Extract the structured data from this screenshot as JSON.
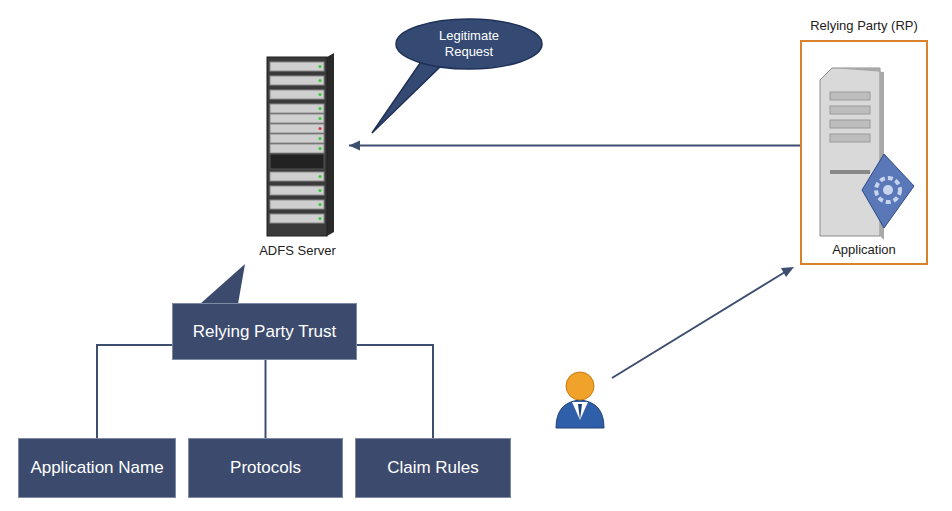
{
  "diagram": {
    "nodes": [
      {
        "text": [
          "ADFS Server"
        ]
      },
      {
        "text": [
          "Legitimate Request"
        ]
      },
      {
        "text": [
          "Relying Party (RP)",
          "Application"
        ]
      },
      {
        "text": [
          "Relying Party Trust"
        ]
      },
      {
        "text": [
          "Application Name"
        ]
      },
      {
        "text": [
          "Protocols"
        ]
      },
      {
        "text": [
          "Claim Rules"
        ]
      }
    ],
    "edges": [
      {
        "from": 2,
        "to": 0,
        "arrow": "to"
      },
      {
        "from": 3,
        "to": 4,
        "arrow": "none"
      },
      {
        "from": 3,
        "to": 5,
        "arrow": "none"
      },
      {
        "from": 3,
        "to": 6,
        "arrow": "none"
      }
    ]
  }
}
